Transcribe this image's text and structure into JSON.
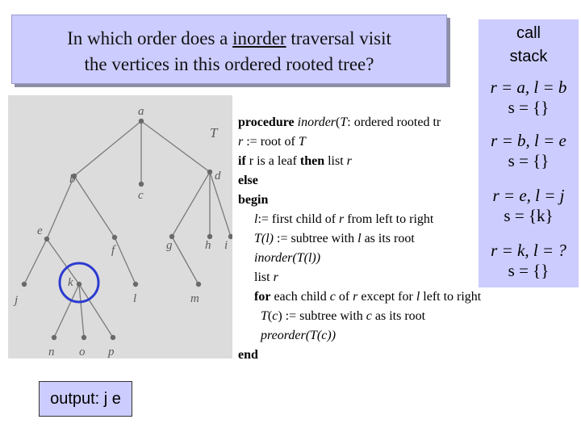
{
  "title": {
    "line1_pre": "In which order does a ",
    "line1_u": "inorder",
    "line1_post": " traversal visit",
    "line2": "the vertices in this ordered rooted tree?"
  },
  "tree": {
    "labels": {
      "a": "a",
      "b": "b",
      "c": "c",
      "d": "d",
      "e": "e",
      "f": "f",
      "g": "g",
      "h": "h",
      "i": "i",
      "j": "j",
      "k": "k",
      "l": "l",
      "m": "m",
      "n": "n",
      "o": "o",
      "p": "p",
      "T": "T"
    }
  },
  "procedure": {
    "l1_kw": "procedure",
    "l1_name": "inorder",
    "l1_open": "(",
    "l1_T": "T",
    "l1_rest": ": ordered rooted tr",
    "l2_r": "r",
    "l2_rest": " := root of ",
    "l2_T": "T",
    "l3_if": "if",
    "l3_mid": " r is a leaf ",
    "l3_then": "then",
    "l3_list": " list ",
    "l3_r": "r",
    "l4": "else",
    "l5": "begin",
    "l6_l": "l",
    "l6_rest": ":= first child of ",
    "l6_r": "r",
    "l6_end": " from left to right",
    "l7_T": "T(l)",
    "l7_rest": " := subtree with ",
    "l7_l": "l",
    "l7_end": " as its root",
    "l8": "inorder(T(l))",
    "l9_list": "list ",
    "l9_r": "r",
    "l10_for": "for",
    "l10_a": " each child ",
    "l10_c": "c",
    "l10_b": " of ",
    "l10_r": "r",
    "l10_c2": " except for ",
    "l10_l": "l",
    "l10_end": " left to right",
    "l11_T": "T",
    "l11_paren": "(",
    "l11_c": "c",
    "l11_rest": ") := subtree with ",
    "l11_c2": "c",
    "l11_end": " as its root",
    "l12_name": "preorder",
    "l12_args": "(T(c))",
    "l13": "end"
  },
  "call_stack": {
    "header1": "call",
    "header2": "stack",
    "frames": [
      {
        "r": "r = a, l = b",
        "s": "s = {}"
      },
      {
        "r": "r = b, l = e",
        "s": "s = {}"
      },
      {
        "r": "r = e, l = j",
        "s": "s = {k}"
      },
      {
        "r": "r = k, l = ?",
        "s": "s = {}"
      }
    ]
  },
  "output": "output: j e",
  "colors": {
    "title_bg": "#ccccff",
    "highlight_circle": "#2d3bd0",
    "tree_bg": "#dcdcdc"
  }
}
